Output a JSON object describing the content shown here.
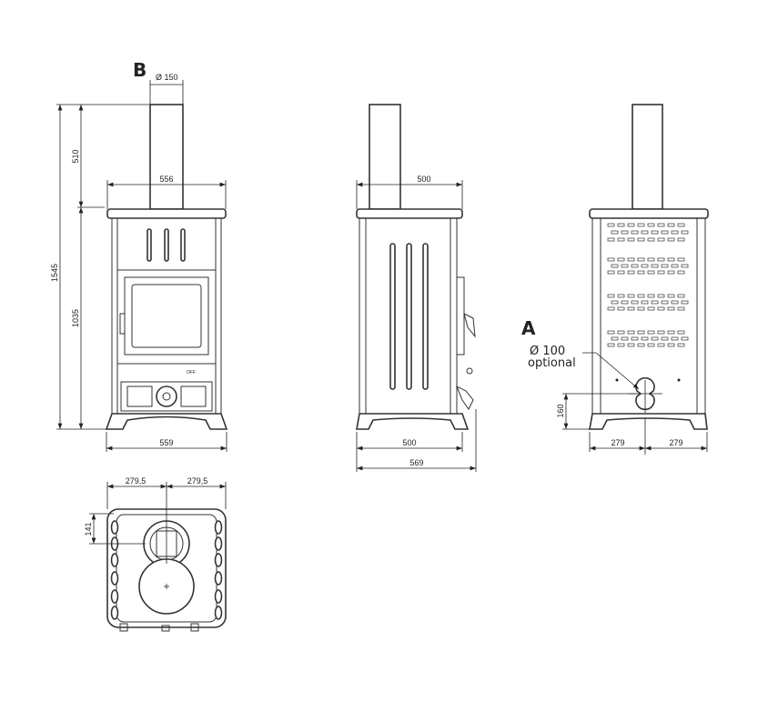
{
  "markers": {
    "b": "B",
    "a": "A"
  },
  "front": {
    "flue_diameter": "Ø 150",
    "total_height": "1545",
    "flue_height": "510",
    "body_height": "1035",
    "top_width": "556",
    "base_width": "559",
    "off_label": "OFF"
  },
  "side": {
    "top_depth": "500",
    "base_depth": "500",
    "total_depth": "569"
  },
  "back": {
    "opt_diameter": "Ø 100",
    "opt_label": "optional",
    "hole_height": "160",
    "left_half": "279",
    "right_half": "279"
  },
  "top": {
    "left_half": "279,5",
    "right_half": "279,5",
    "flue_offset": "141"
  }
}
